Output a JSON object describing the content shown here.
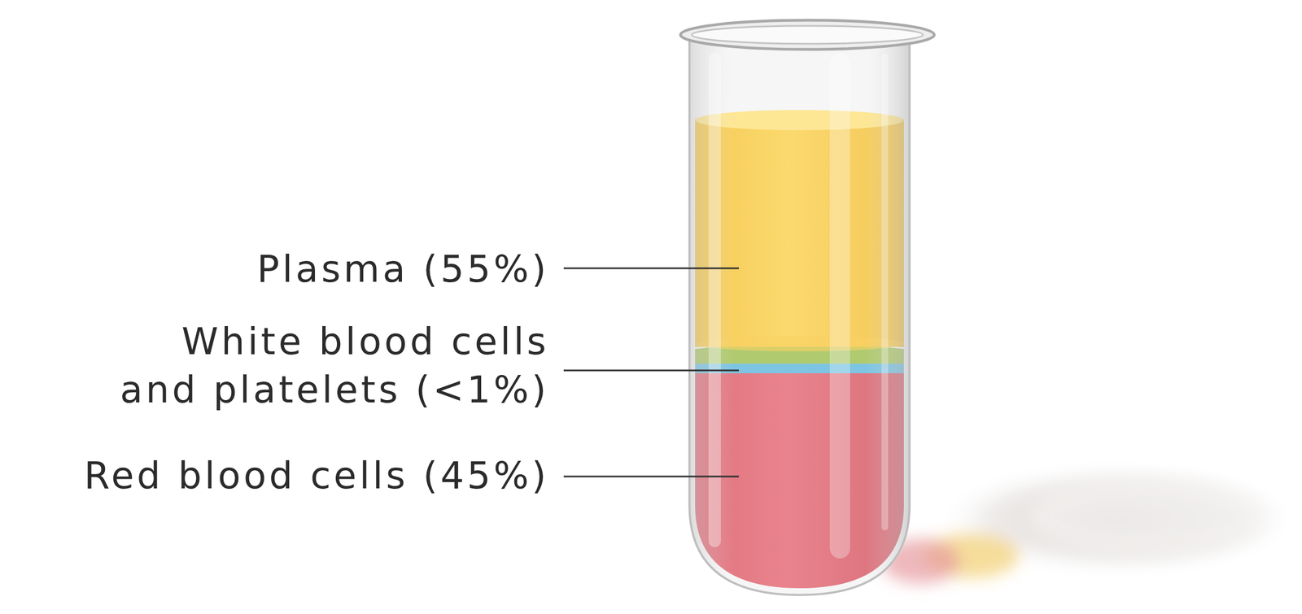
{
  "diagram": {
    "labels": [
      "Plasma (55%)",
      "White blood cells and platelets (<1%)",
      "Red blood cells (45%)"
    ]
  }
}
